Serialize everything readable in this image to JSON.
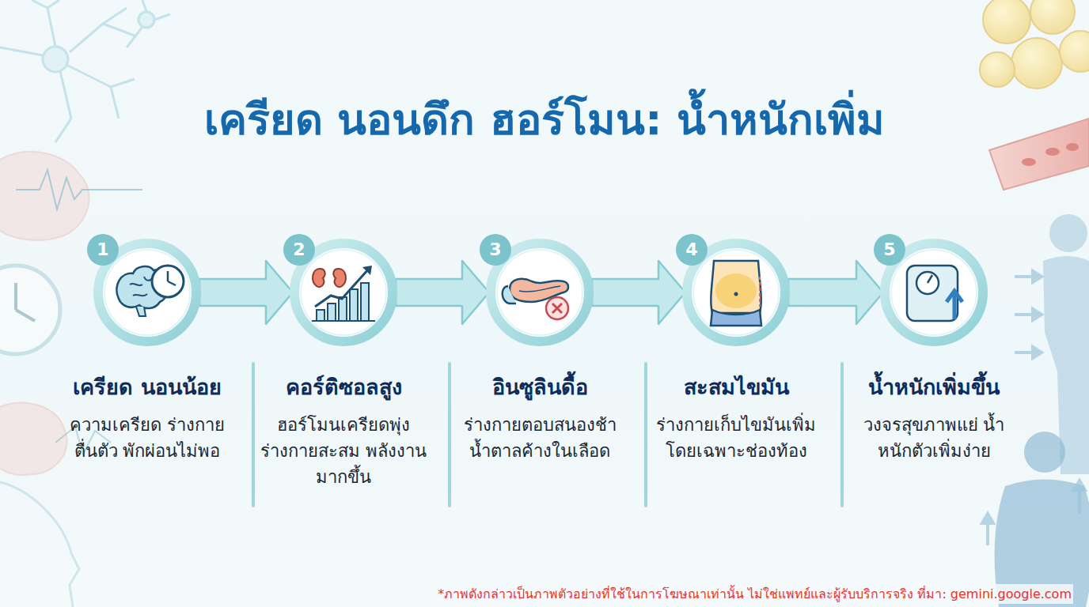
{
  "diagram": {
    "title": "เครียด นอนดึก ฮอร์โมน: น้ำหนักเพิ่ม",
    "nodes": [
      {
        "text": [
          "1",
          "เครียด นอนน้อย",
          "ความเครียด ร่างกายตื่นตัว พักผ่อนไม่พอ"
        ]
      },
      {
        "text": [
          "2",
          "คอร์ติซอลสูง",
          "ฮอร์โมนเครียดพุ่ง ร่างกายสะสม พลังงานมากขึ้น"
        ]
      },
      {
        "text": [
          "3",
          "อินซูลินดื้อ",
          "ร่างกายตอบสนองช้า น้ำตาลค้างในเลือด"
        ]
      },
      {
        "text": [
          "4",
          "สะสมไขมัน",
          "ร่างกายเก็บไขมันเพิ่ม โดยเฉพาะช่องท้อง"
        ]
      },
      {
        "text": [
          "5",
          "น้ำหนักเพิ่มขึ้น",
          "วงจรสุขภาพแย่ น้ำหนักตัวเพิ่มง่าย"
        ]
      }
    ],
    "edges": [
      {
        "from": 0,
        "to": 1,
        "arrow": "to"
      },
      {
        "from": 1,
        "to": 2,
        "arrow": "to"
      },
      {
        "from": 2,
        "to": 3,
        "arrow": "to"
      },
      {
        "from": 3,
        "to": 4,
        "arrow": "to"
      }
    ],
    "labels": [
      "*ภาพดังกล่าวเป็นภาพตัวอย่างที่ใช้ในการโฆษณาเท่านั้น ไม่ใช่แพทย์และผู้รับบริการจริง ที่มา: gemini.google.com"
    ]
  }
}
